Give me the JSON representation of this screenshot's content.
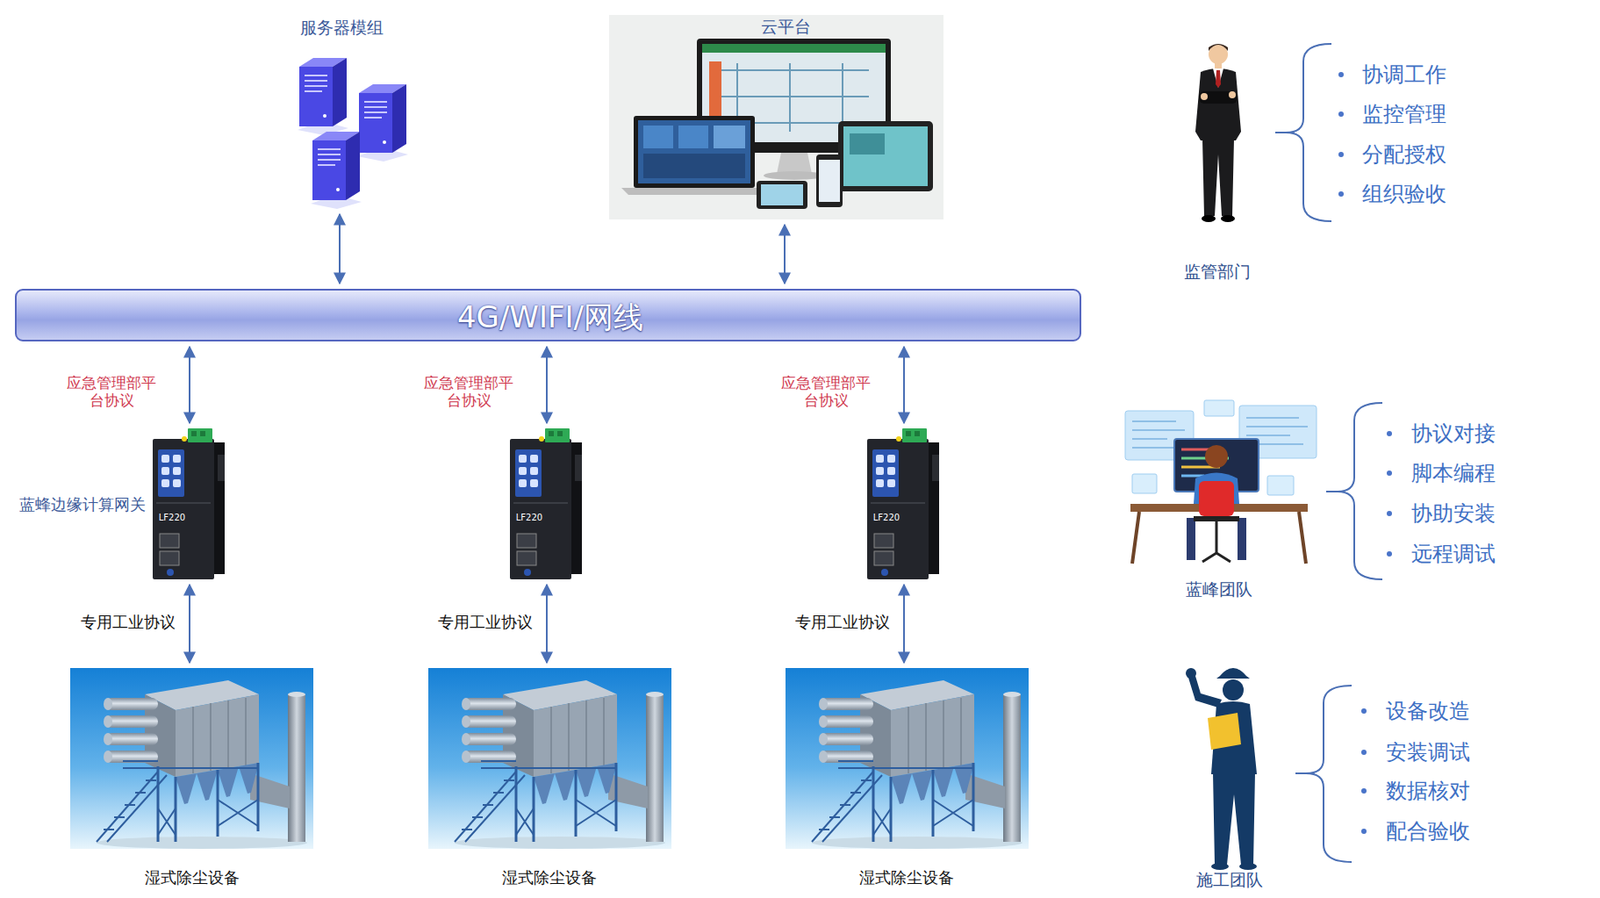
{
  "diagram": {
    "nodes": [
      {
        "text": [
          "服务器模组"
        ]
      },
      {
        "text": [
          "云平台"
        ]
      },
      {
        "text": [
          "4G/WIFI/网线"
        ]
      },
      {
        "text": [
          "蓝蜂边缘计算网关",
          "LF220"
        ]
      },
      {
        "text": [
          "LF220"
        ]
      },
      {
        "text": [
          "LF220"
        ]
      },
      {
        "text": [
          "湿式除尘设备"
        ]
      },
      {
        "text": [
          "湿式除尘设备"
        ]
      },
      {
        "text": [
          "湿式除尘设备"
        ]
      },
      {
        "text": [
          "监管部门",
          "协调工作",
          "监控管理",
          "分配授权",
          "组织验收"
        ]
      },
      {
        "text": [
          "蓝峰团队",
          "协议对接",
          "脚本编程",
          "协助安装",
          "远程调试"
        ]
      },
      {
        "text": [
          "施工团队",
          "设备改造",
          "安装调试",
          "数据核对",
          "配合验收"
        ]
      }
    ],
    "edges": [
      {
        "from": 0,
        "to": 2,
        "arrow": "both"
      },
      {
        "from": 1,
        "to": 2,
        "arrow": "both"
      },
      {
        "from": 2,
        "to": 3,
        "label": "应急管理部平台协议",
        "arrow": "both"
      },
      {
        "from": 2,
        "to": 4,
        "label": "应急管理部平台协议",
        "arrow": "both"
      },
      {
        "from": 2,
        "to": 5,
        "label": "应急管理部平台协议",
        "arrow": "both"
      },
      {
        "from": 3,
        "to": 6,
        "label": "专用工业协议",
        "arrow": "both"
      },
      {
        "from": 4,
        "to": 7,
        "label": "专用工业协议",
        "arrow": "both"
      },
      {
        "from": 5,
        "to": 8,
        "label": "专用工业协议",
        "arrow": "both"
      }
    ]
  }
}
